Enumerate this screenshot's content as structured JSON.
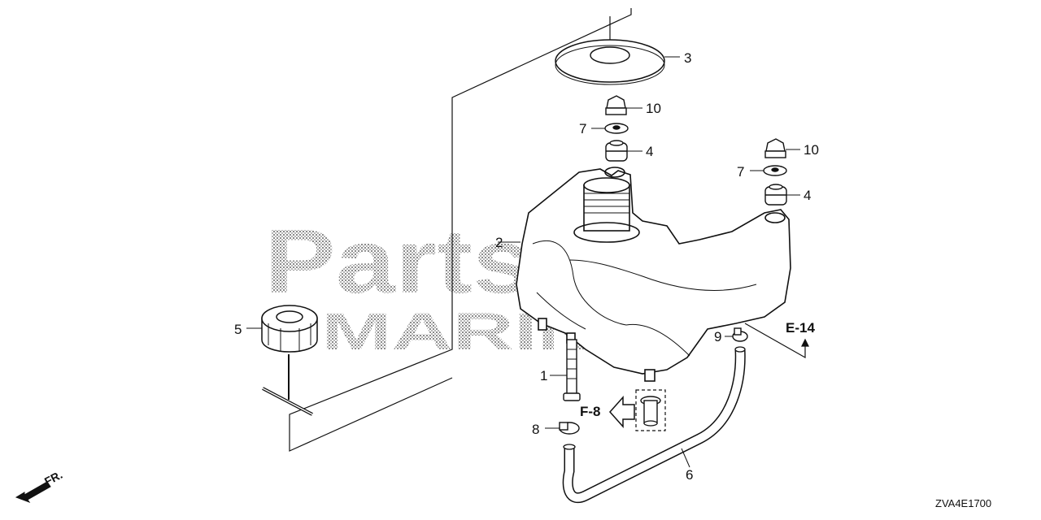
{
  "watermark": {
    "line1": "PartsTree",
    "line2": "MARINE"
  },
  "callouts": {
    "c1": "1",
    "c2": "2",
    "c3": "3",
    "c4a": "4",
    "c4b": "4",
    "c5": "5",
    "c6": "6",
    "c7a": "7",
    "c7b": "7",
    "c8": "8",
    "c9": "9",
    "c10a": "10",
    "c10b": "10"
  },
  "references": {
    "e14": "E-14",
    "f8": "F-8"
  },
  "direction_label": "FR.",
  "diagram_code": "ZVA4E1700"
}
